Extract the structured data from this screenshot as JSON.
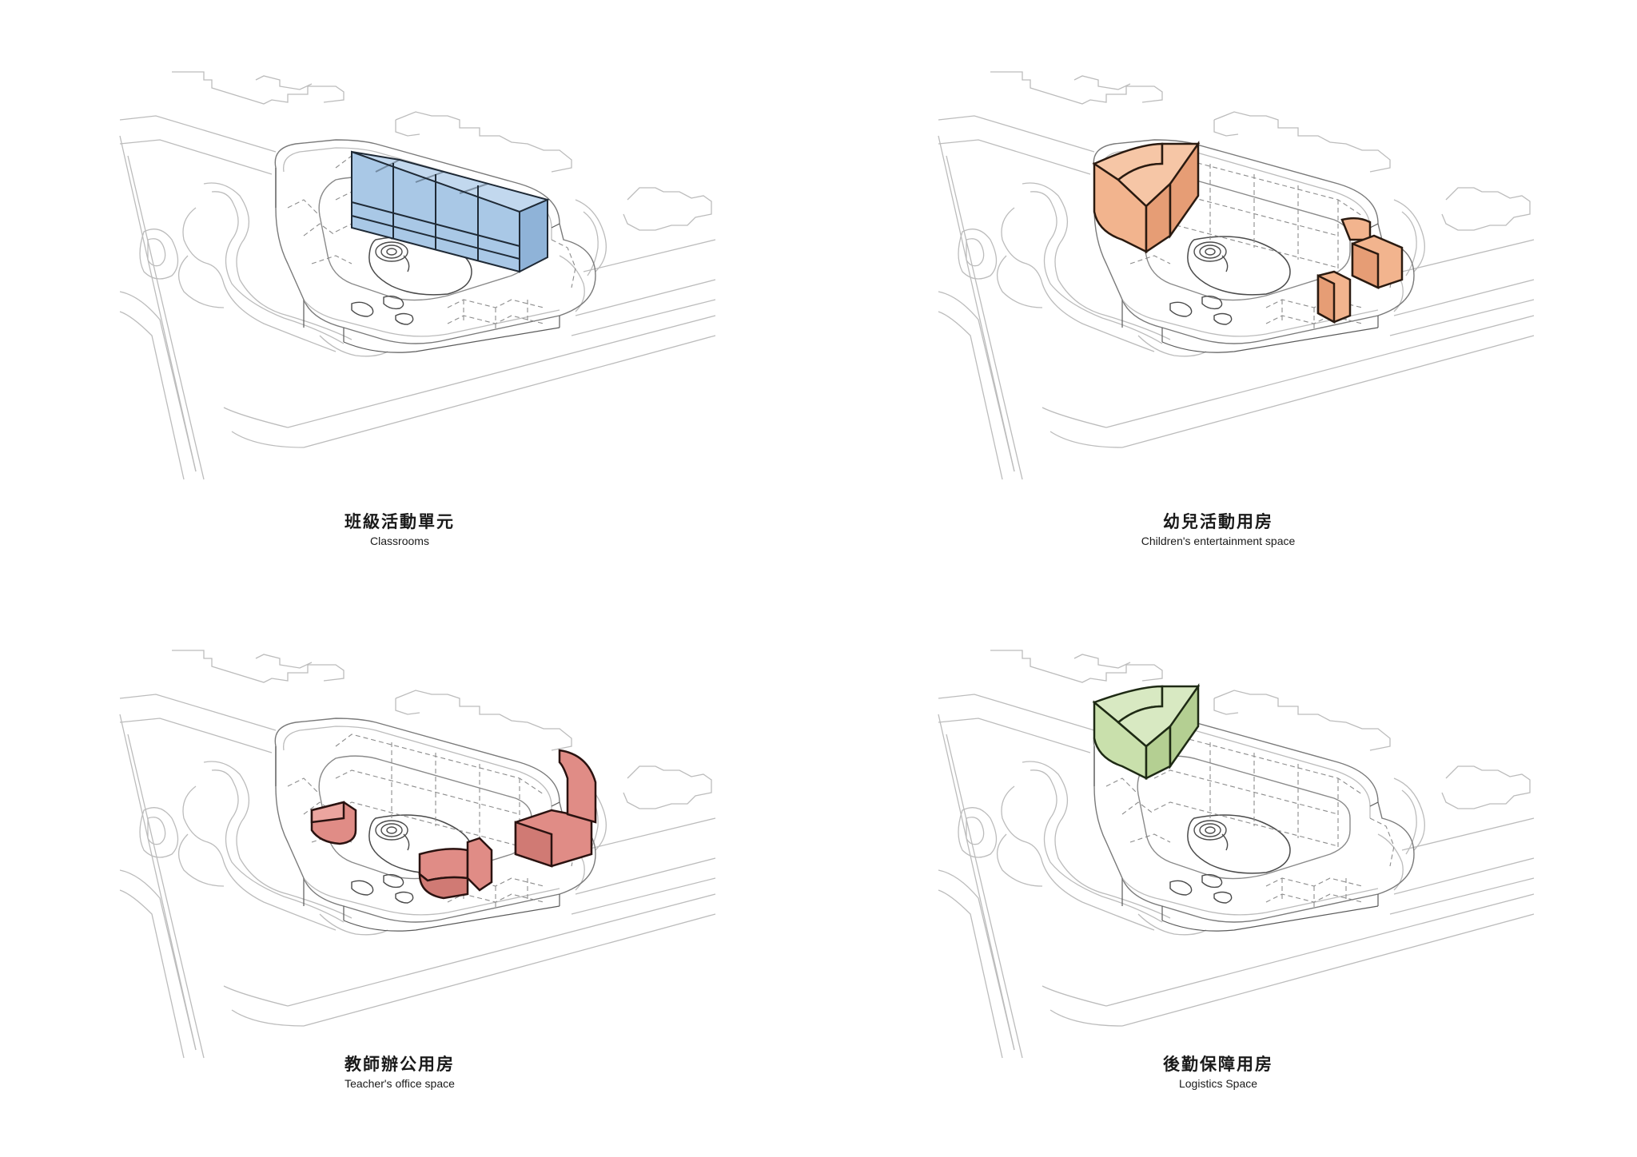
{
  "panels": [
    {
      "title_zh": "班級活動單元",
      "title_en": "Classrooms",
      "highlight_color": "#a9c8e6",
      "highlight_stroke": "#1f2a36"
    },
    {
      "title_zh": "幼兒活動用房",
      "title_en": "Children's entertainment space",
      "highlight_color": "#f2b48e",
      "highlight_stroke": "#2a1a10"
    },
    {
      "title_zh": "教師辦公用房",
      "title_en": "Teacher's office space",
      "highlight_color": "#e08c86",
      "highlight_stroke": "#2a1210"
    },
    {
      "title_zh": "後勤保障用房",
      "title_en": "Logistics Space",
      "highlight_color": "#c9e0ac",
      "highlight_stroke": "#1e2a14"
    }
  ]
}
